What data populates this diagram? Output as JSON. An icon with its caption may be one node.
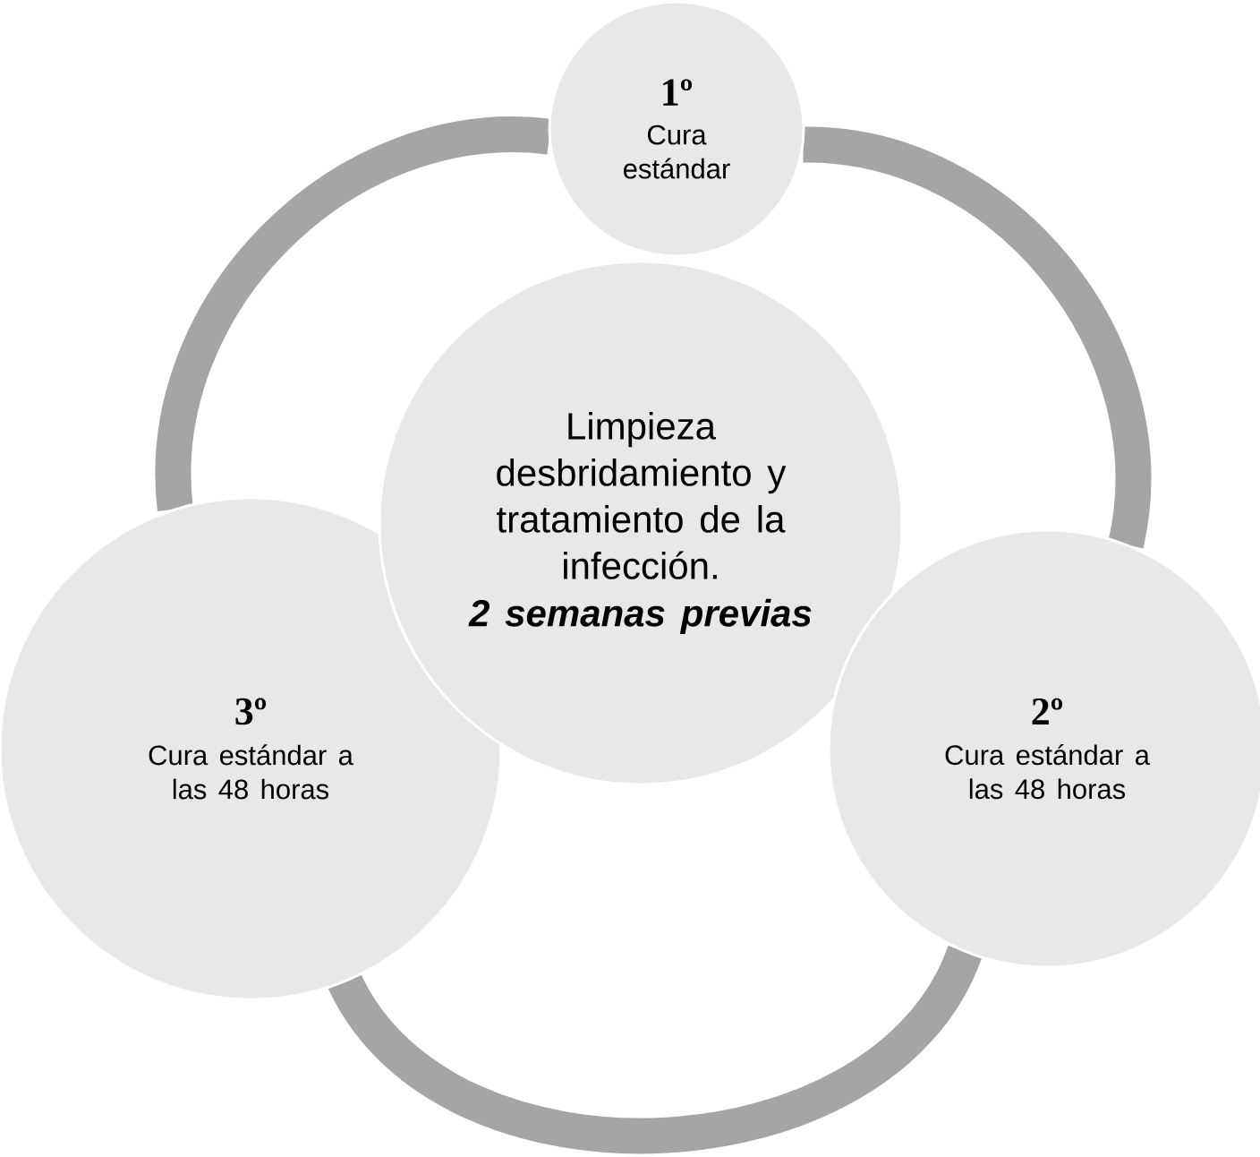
{
  "diagram": {
    "nodes": [
      {
        "text": [
          "1º",
          "Cura estándar"
        ]
      },
      {
        "text": [
          "Limpieza desbridamiento y tratamiento de la infección.",
          "2 semanas previas"
        ]
      },
      {
        "text": [
          "3º",
          "Cura estándar a las 48 horas"
        ]
      },
      {
        "text": [
          "2º",
          "Cura estándar a las 48 horas"
        ]
      }
    ],
    "edges": [
      {
        "from": 0,
        "to": 3,
        "arrow": "none"
      },
      {
        "from": 3,
        "to": 2,
        "arrow": "none"
      },
      {
        "from": 2,
        "to": 0,
        "arrow": "none"
      }
    ]
  }
}
